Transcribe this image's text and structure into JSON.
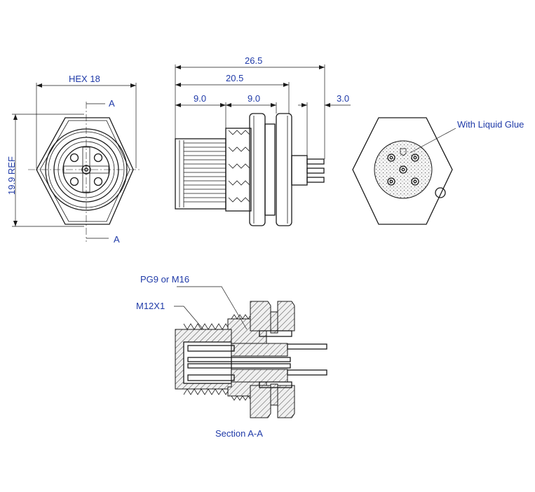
{
  "labels": {
    "hex": "HEX 18",
    "ref": "19.9 REF",
    "section_top": "A",
    "section_bottom": "A",
    "dim_total": "26.5",
    "dim_mid": "20.5",
    "dim_left": "9.0",
    "dim_center": "9.0",
    "dim_pin": "3.0",
    "glue": "With Liquid Glue",
    "pg": "PG9 or M16",
    "m12": "M12X1",
    "section_caption": "Section A-A"
  }
}
